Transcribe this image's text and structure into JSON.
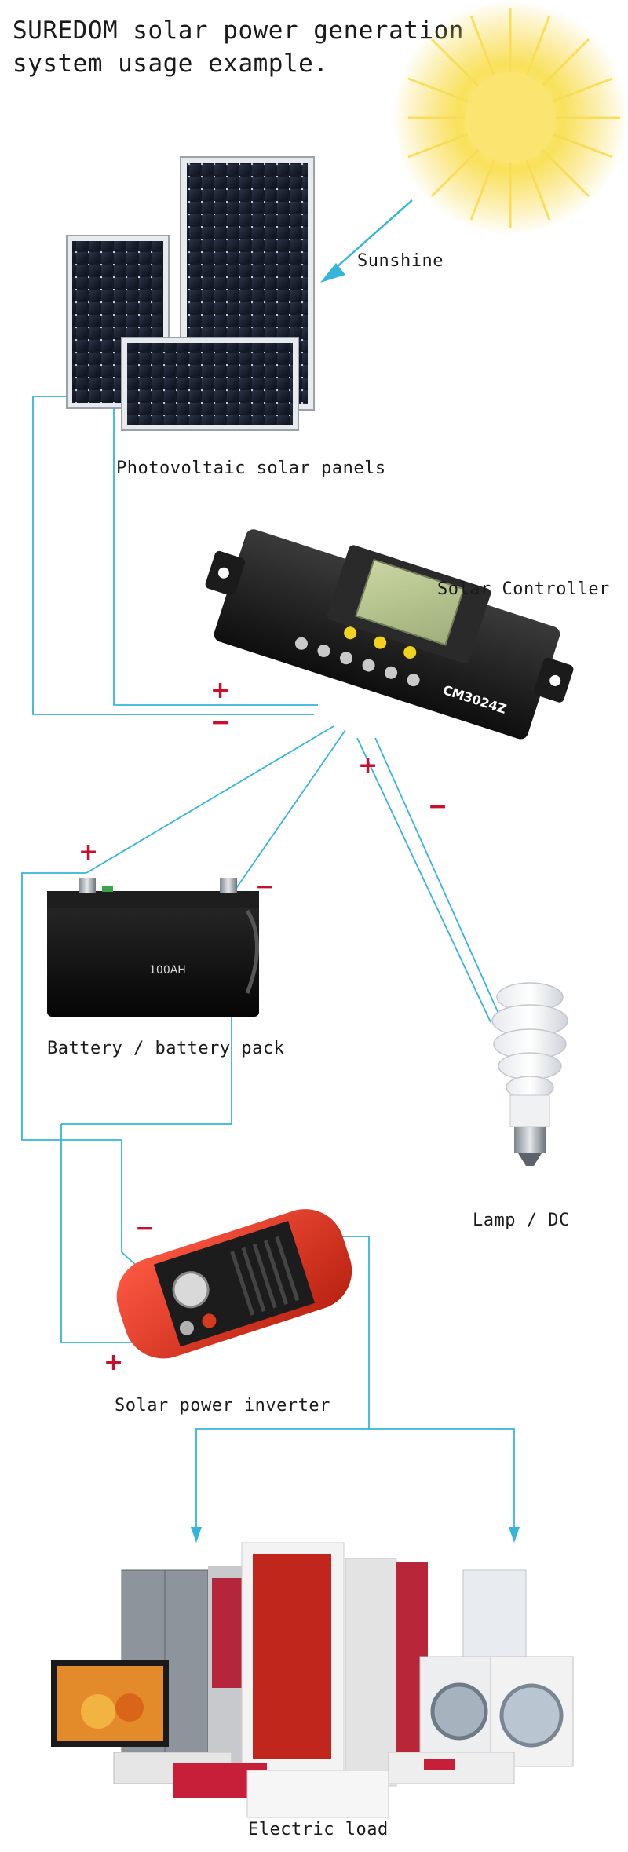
{
  "title_line1": "SUREDOM solar power generation",
  "title_line2": "system usage example.",
  "labels": {
    "sunshine": "Sunshine",
    "panels": "Photovoltaic solar panels",
    "controller": "Solar Controller",
    "battery": "Battery / battery pack",
    "lamp": "Lamp / DC",
    "inverter": "Solar power inverter",
    "load": "Electric load"
  },
  "controller_model": "CM3024Z",
  "battery_capacity": "100AH",
  "plus_sign": "+",
  "minus_sign": "−",
  "colors": {
    "wire": "#35b5d8",
    "polarity": "#c8102e",
    "sun": "#f7d84a"
  }
}
